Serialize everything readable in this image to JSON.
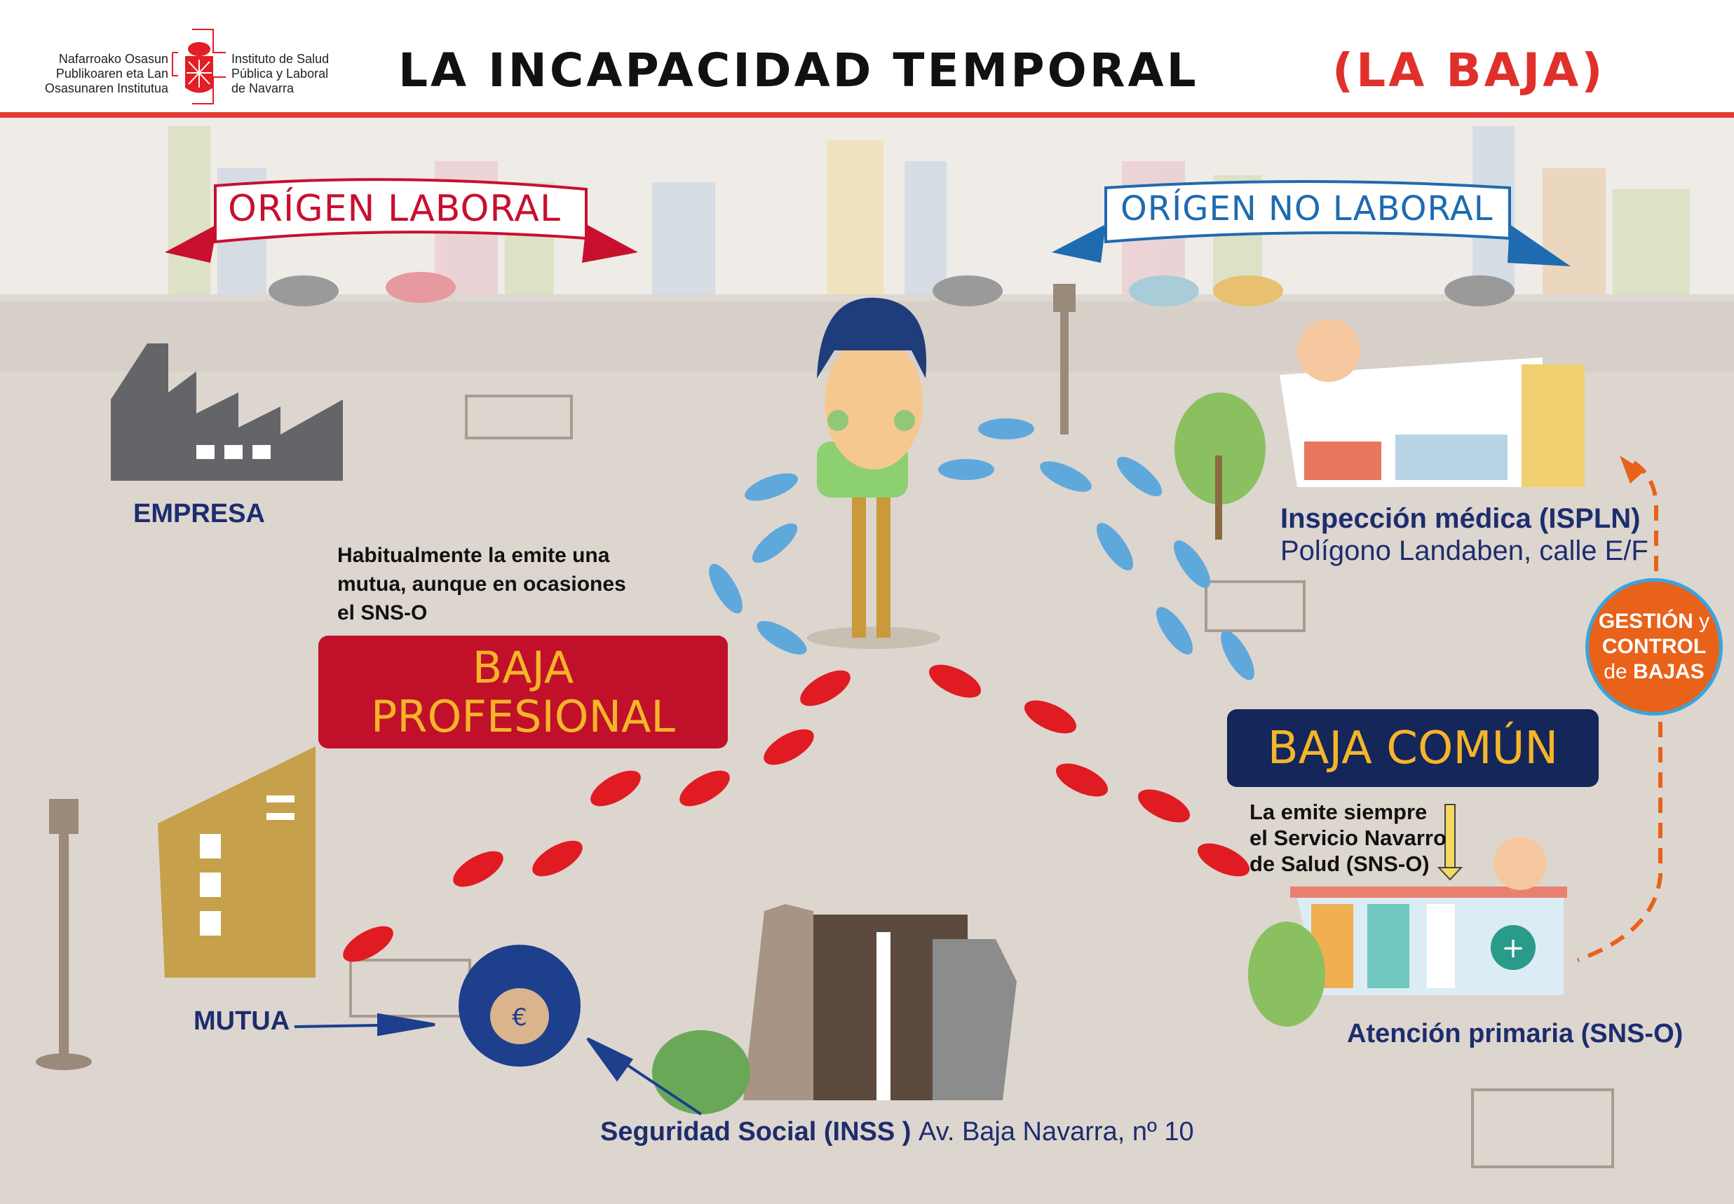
{
  "header": {
    "logo_basque": [
      "Nafarroako Osasun",
      "Publikoaren eta Lan",
      "Osasunaren Institutua"
    ],
    "logo_spanish": [
      "Instituto de Salud",
      "Pública y Laboral",
      "de Navarra"
    ],
    "title": "LA INCAPACIDAD TEMPORAL",
    "title_paren": "(LA BAJA)"
  },
  "banners": {
    "laboral": "ORÍGEN LABORAL",
    "no_laboral": "ORÍGEN NO LABORAL"
  },
  "left": {
    "empresa": "EMPRESA",
    "note": [
      "Habitualmente la emite una",
      "mutua, aunque en ocasiones",
      "el SNS-O"
    ],
    "baja_profesional": [
      "BAJA",
      "PROFESIONAL"
    ],
    "mutua": "MUTUA",
    "seguridad_social_bold": "Seguridad Social (INSS )",
    "seguridad_social_addr": "Av. Baja Navarra, nº 10"
  },
  "right": {
    "inspeccion_title": "Inspección médica (ISPLN)",
    "inspeccion_addr": "Polígono Landaben, calle E/F",
    "gestion": [
      "GESTIÓN",
      "y",
      "CONTROL",
      "de",
      "BAJAS"
    ],
    "baja_comun": "BAJA COMÚN",
    "note": [
      "La emite siempre",
      "el Servicio Navarro",
      "de Salud (SNS-O)"
    ],
    "atencion": "Atención primaria (SNS-O)"
  },
  "colors": {
    "red": "#e0302b",
    "profesional_box": "#c0102a",
    "comun_box": "#14265a",
    "navy_text": "#1d2d6e",
    "orange": "#e8621a",
    "yellow_text": "#f5b528"
  }
}
